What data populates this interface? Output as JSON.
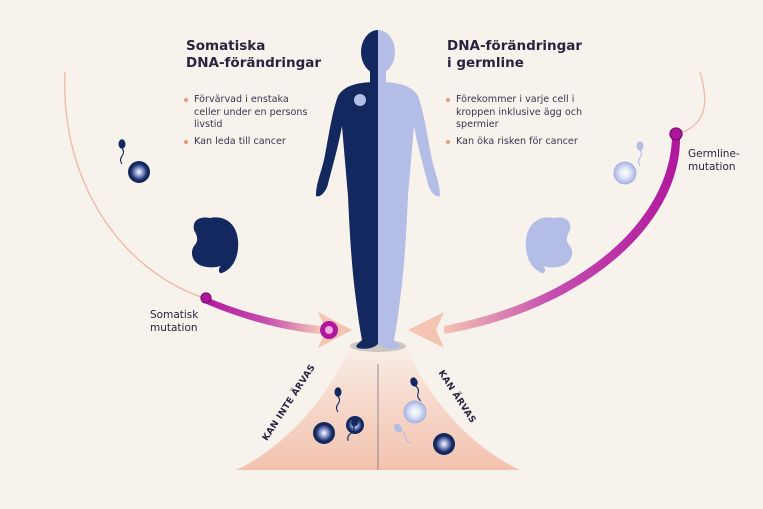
{
  "somatic": {
    "title_line1": "Somatiska",
    "title_line2": "DNA-förändringar",
    "bullets": [
      "Förvärvad i enstaka celler under en persons livstid",
      "Kan leda till cancer"
    ],
    "mutation_label_line1": "Somatisk",
    "mutation_label_line2": "mutation",
    "inheritance_label": "KAN INTE ÄRVAS"
  },
  "germline": {
    "title_line1": "DNA-förändringar",
    "title_line2": "i germline",
    "bullets": [
      "Förekommer i varje cell i kroppen inklusive ägg och spermier",
      "Kan öka risken för cancer"
    ],
    "mutation_label_line1": "Germline-",
    "mutation_label_line2": "mutation",
    "inheritance_label": "KAN ÄRVAS"
  },
  "colors": {
    "background": "#f8f2ec",
    "navy": "#13285e",
    "lavender": "#b3bde6",
    "magenta": "#b0169d",
    "peach": "#f3c4b1",
    "bullet_dot": "#e9987a"
  }
}
